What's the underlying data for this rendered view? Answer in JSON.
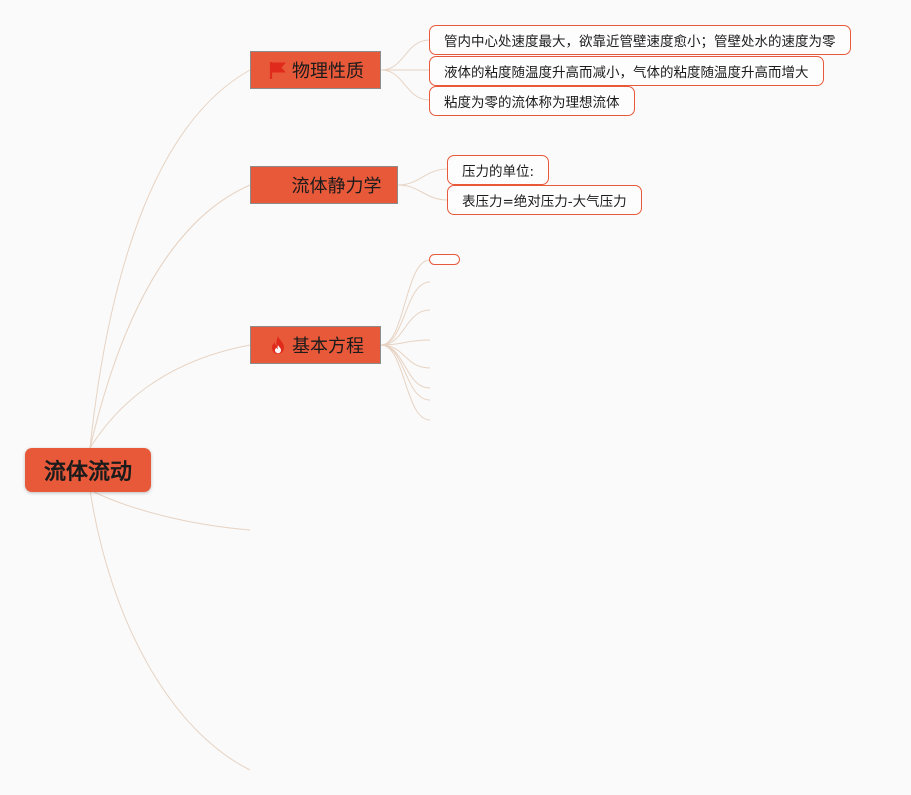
{
  "root": {
    "label": "流体流动"
  },
  "branches": [
    {
      "label": "物理性质",
      "icon": "flag-icon",
      "leaves": [
        "管内中心处速度最大，欲靠近管壁速度愈小；管壁处水的速度为零",
        "液体的粘度随温度升高而减小，气体的粘度随温度升高而增大",
        "粘度为零的流体称为理想流体"
      ]
    },
    {
      "label": "流体静力学",
      "icon": "",
      "leaves": [
        "压力的单位:",
        "表压力=绝对压力-大气压力"
      ]
    },
    {
      "label": "基本方程",
      "icon": "fire-icon",
      "leaves": [
        ""
      ]
    }
  ],
  "colors": {
    "accent": "#e8593a",
    "connector": "#e7d3c3",
    "icon_red": "#e02a1b",
    "background": "#fafafa"
  }
}
